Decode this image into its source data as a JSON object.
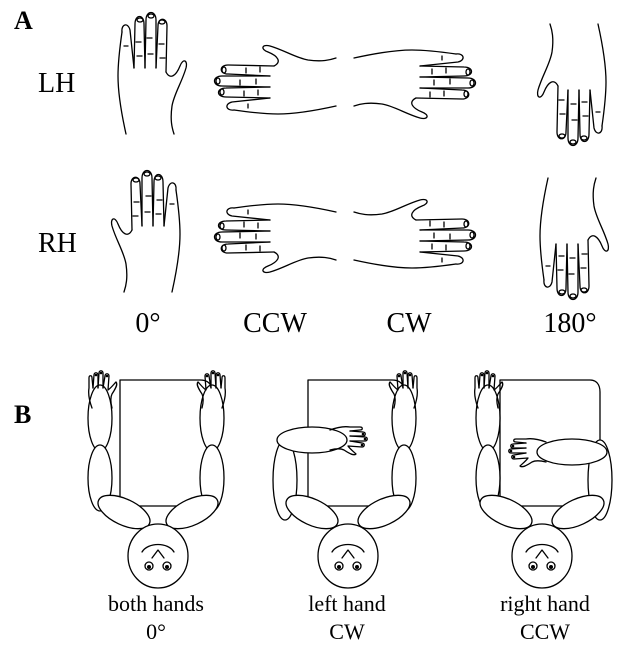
{
  "panel_a": {
    "label": "A",
    "rows": [
      "LH",
      "RH"
    ],
    "columns": [
      "0°",
      "CCW",
      "CW",
      "180°"
    ]
  },
  "panel_b": {
    "label": "B",
    "figures": [
      {
        "caption_line1": "both hands",
        "caption_line2": "0°"
      },
      {
        "caption_line1": "left hand",
        "caption_line2": "CW"
      },
      {
        "caption_line1": "right hand",
        "caption_line2": "CCW"
      }
    ]
  }
}
